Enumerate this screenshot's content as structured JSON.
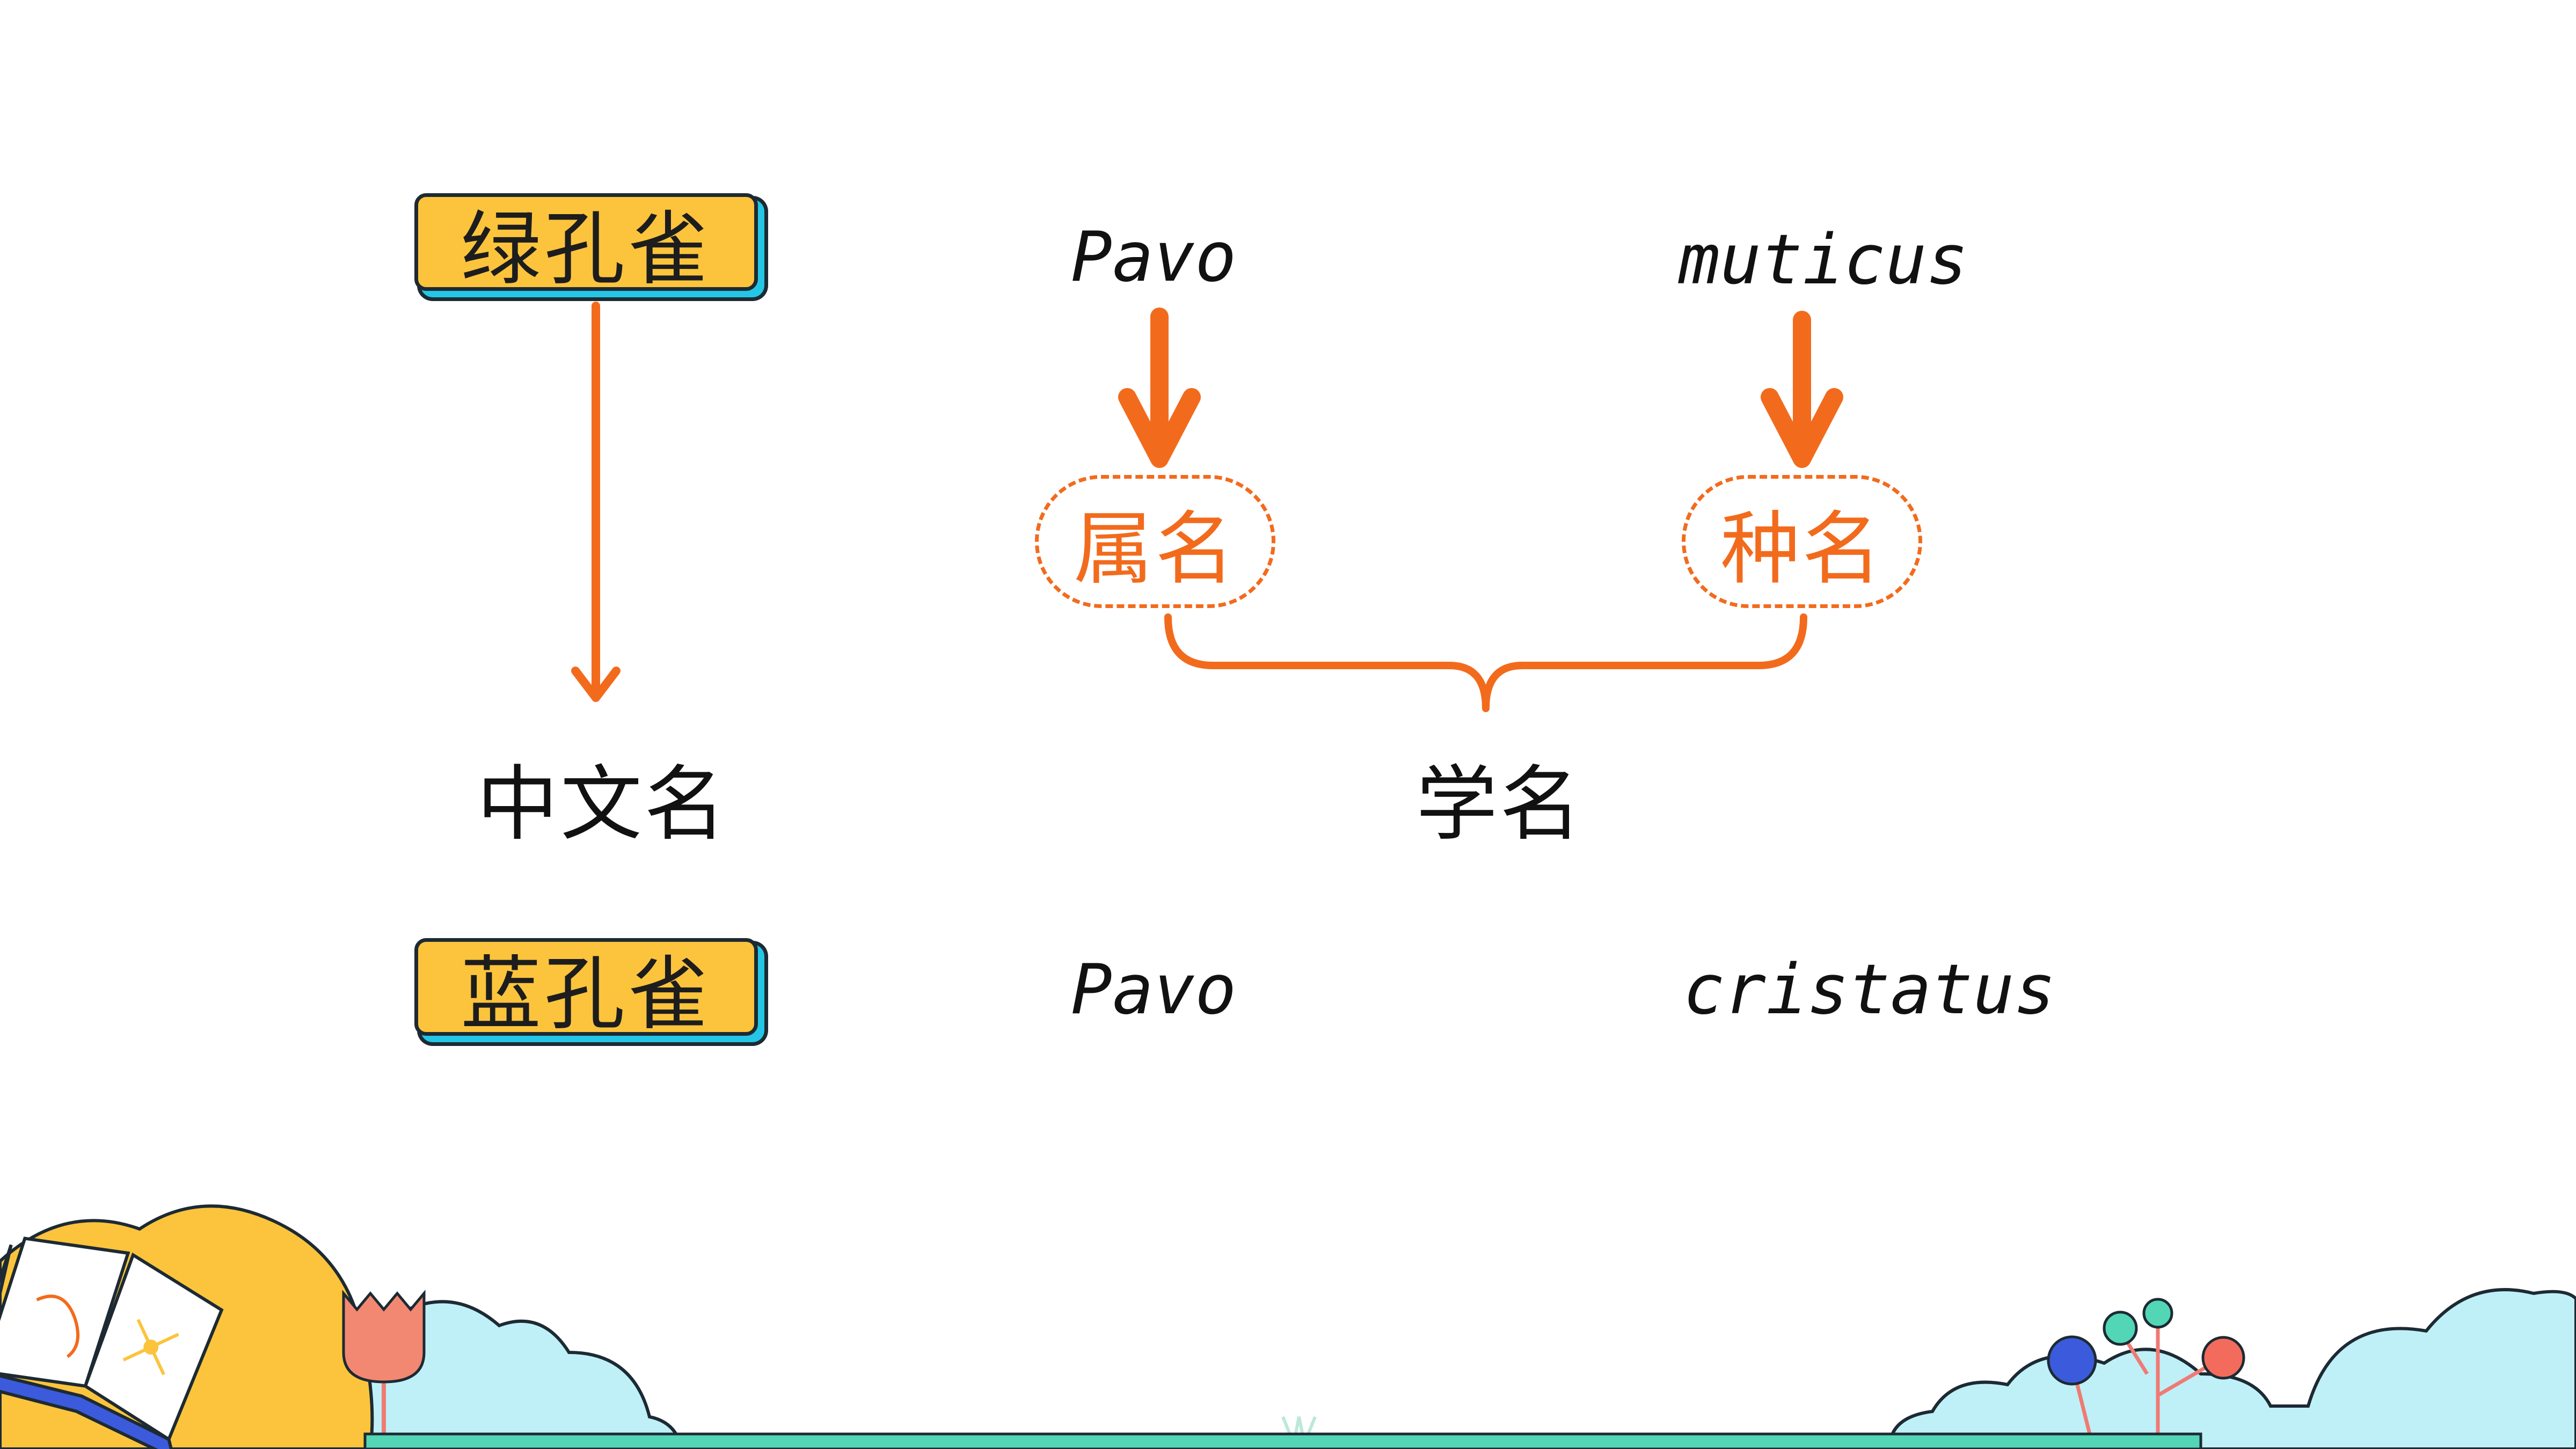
{
  "row1": {
    "chinese": "绿孔雀",
    "genus": "Pavo",
    "species": "muticus"
  },
  "row2": {
    "chinese": "蓝孔雀",
    "genus": "Pavo",
    "species": "cristatus"
  },
  "labels": {
    "chinese_name": "中文名",
    "scientific_name": "学名",
    "genus_name": "属名",
    "species_name": "种名"
  },
  "colors": {
    "accent": "#f26b1d",
    "tag_fill": "#fcc43c",
    "tag_shadow": "#24c6e6",
    "ground": "#52d6b6",
    "cloud": "#bff0f7"
  },
  "decoration_icons": [
    "open-book-icon",
    "tulip-icon",
    "lollipop-tree-icon",
    "cloud-icon"
  ]
}
